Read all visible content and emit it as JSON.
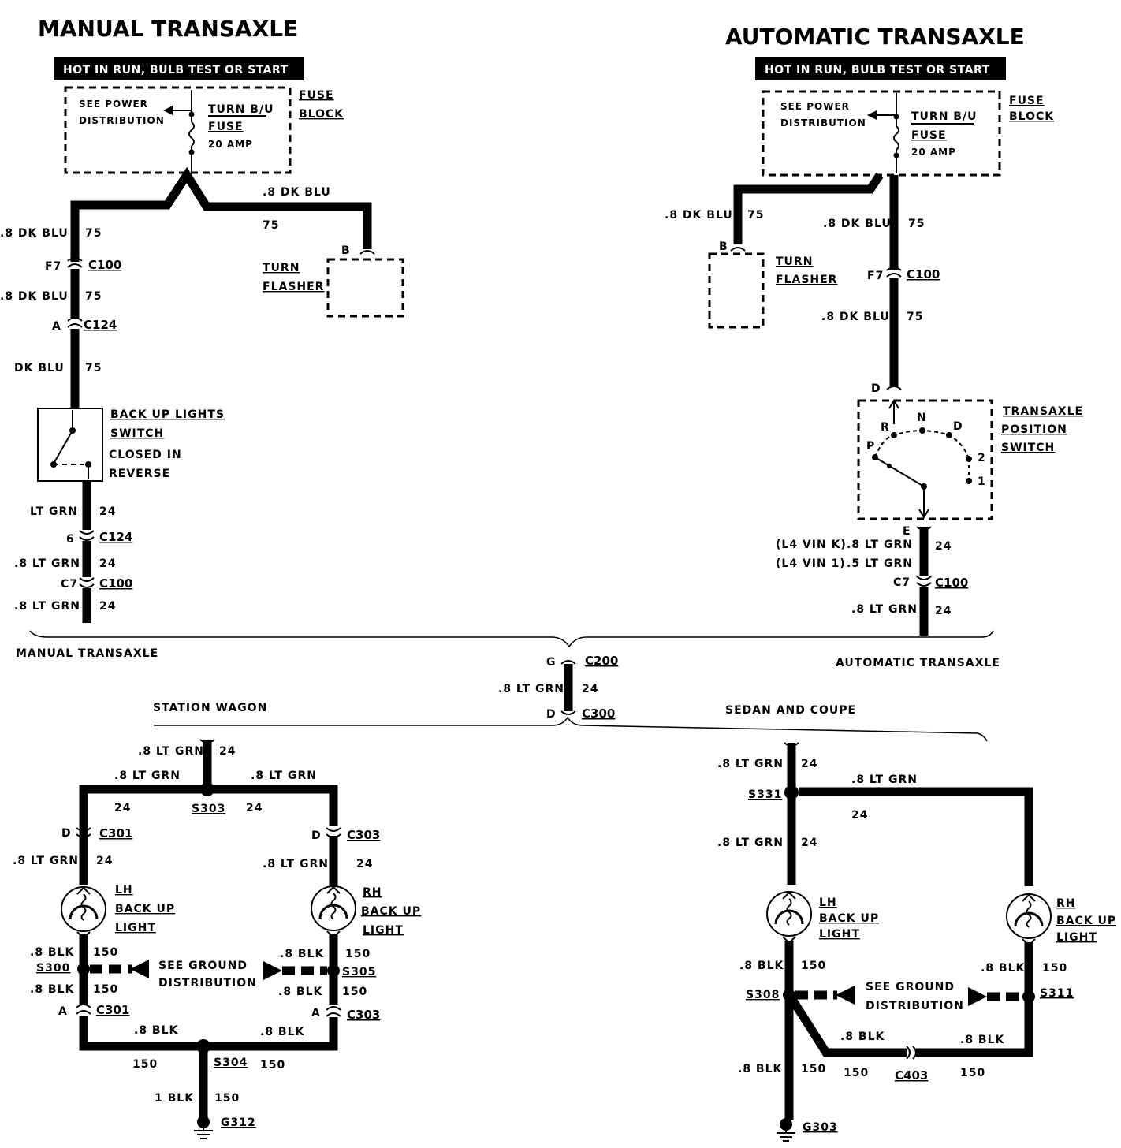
{
  "manual": {
    "title": "MANUAL TRANSAXLE",
    "hot": "HOT IN RUN, BULB TEST OR START",
    "see_power_1": "SEE POWER",
    "see_power_2": "DISTRIBUTION",
    "fuse_1": "TURN B/U",
    "fuse_2": "FUSE",
    "fuse_3": "20 AMP",
    "fuse_block_1": "FUSE",
    "fuse_block_2": "BLOCK",
    "wire_top": ".8 DK BLU",
    "circ_75a": "75",
    "wire_left1": ".8 DK BLU",
    "circ_75b": "75",
    "f7": "F7",
    "c100": "C100",
    "wire_left2": ".8 DK BLU",
    "circ_75c": "75",
    "a": "A",
    "c124": "C124",
    "wire_left3": "DK BLU",
    "circ_75d": "75",
    "b": "B",
    "turn_1": "TURN",
    "turn_2": "FLASHER",
    "bus_1": "BACK UP LIGHTS",
    "bus_2": "SWITCH",
    "bus_3": "CLOSED IN",
    "bus_4": "REVERSE",
    "wire_g1": "LT GRN",
    "circ_24a": "24",
    "pin6": "6",
    "c124b": "C124",
    "wire_g2": ".8 LT GRN",
    "circ_24b": "24",
    "c7": "C7",
    "c100b": "C100",
    "wire_g3": ".8 LT GRN",
    "circ_24c": "24",
    "bottom": "MANUAL TRANSAXLE"
  },
  "automatic": {
    "title": "AUTOMATIC TRANSAXLE",
    "hot": "HOT IN RUN, BULB TEST OR START",
    "see_power_1": "SEE POWER",
    "see_power_2": "DISTRIBUTION",
    "fuse_1": "TURN B/U",
    "fuse_2": "FUSE",
    "fuse_3": "20 AMP",
    "fuse_block_1": "FUSE",
    "fuse_block_2": "BLOCK",
    "wire_f": ".8 DK BLU",
    "circ_75a": "75",
    "wire_m1": ".8 DK BLU",
    "circ_75b": "75",
    "b": "B",
    "turn_1": "TURN",
    "turn_2": "FLASHER",
    "f7": "F7",
    "c100": "C100",
    "wire_m2": ".8 DK BLU",
    "circ_75c": "75",
    "d": "D",
    "tps_1": "TRANSAXLE",
    "tps_2": "POSITION",
    "tps_3": "SWITCH",
    "pos_p": "P",
    "pos_r": "R",
    "pos_n": "N",
    "pos_d": "D",
    "pos_2": "2",
    "pos_1": "1",
    "e": "E",
    "vin_k": "(L4 VIN K)",
    "vin_1": "(L4 VIN 1)",
    "wire_g1": ".8 LT GRN",
    "wire_g2": ".5 LT GRN",
    "circ_24a": "24",
    "c7": "C7",
    "c100b": "C100",
    "wire_g3": ".8 LT GRN",
    "circ_24b": "24",
    "bottom": "AUTOMATIC TRANSAXLE"
  },
  "center": {
    "g": "G",
    "c200": "C200",
    "wire": ".8 LT GRN",
    "circ": "24",
    "d": "D",
    "c300": "C300"
  },
  "wagon": {
    "title": "STATION WAGON",
    "wire_top": ".8 LT GRN",
    "circ_top": "24",
    "wire_l": ".8 LT GRN",
    "wire_r": ".8 LT GRN",
    "circ_l": "24",
    "s303": "S303",
    "circ_r": "24",
    "d_l": "D",
    "c301": "C301",
    "d_r": "D",
    "c303": "C303",
    "wire_l2": ".8 LT GRN",
    "circ_l2": "24",
    "wire_r2": ".8 LT GRN",
    "circ_r2": "24",
    "lh_1": "LH",
    "lh_2": "BACK UP",
    "lh_3": "LIGHT",
    "rh_1": "RH",
    "rh_2": "BACK UP",
    "rh_3": "LIGHT",
    "blk_l1": ".8 BLK",
    "c150_l1": "150",
    "blk_r1": ".8 BLK",
    "c150_r1": "150",
    "s300": "S300",
    "s305": "S305",
    "gnd_1": "SEE GROUND",
    "gnd_2": "DISTRIBUTION",
    "blk_l2": ".8 BLK",
    "c150_l2": "150",
    "blk_r2": ".8 BLK",
    "c150_r2": "150",
    "a_l": "A",
    "c301b": "C301",
    "a_r": "A",
    "c303b": "C303",
    "blk_bl": ".8 BLK",
    "blk_br": ".8 BLK",
    "c150_bl": "150",
    "s304": "S304",
    "c150_br": "150",
    "blk_g": "1 BLK",
    "c150_g": "150",
    "g312": "G312"
  },
  "sedan": {
    "title": "SEDAN AND COUPE",
    "wire_top": ".8 LT GRN",
    "circ_top": "24",
    "s331": "S331",
    "wire_r": ".8 LT GRN",
    "circ_r": "24",
    "wire_l": ".8 LT GRN",
    "circ_l": "24",
    "lh_1": "LH",
    "lh_2": "BACK UP",
    "lh_3": "LIGHT",
    "rh_1": "RH",
    "rh_2": "BACK UP",
    "rh_3": "LIGHT",
    "blk_l1": ".8 BLK",
    "c150_l1": "150",
    "blk_r1": ".8 BLK",
    "c150_r1": "150",
    "s308": "S308",
    "s311": "S311",
    "gnd_1": "SEE GROUND",
    "gnd_2": "DISTRIBUTION",
    "blk_m": ".8 BLK",
    "blk_rr": ".8 BLK",
    "blk_g": ".8 BLK",
    "c150_g": "150",
    "c150_m": "150",
    "c403": "C403",
    "c150_rr": "150",
    "g303": "G303"
  }
}
